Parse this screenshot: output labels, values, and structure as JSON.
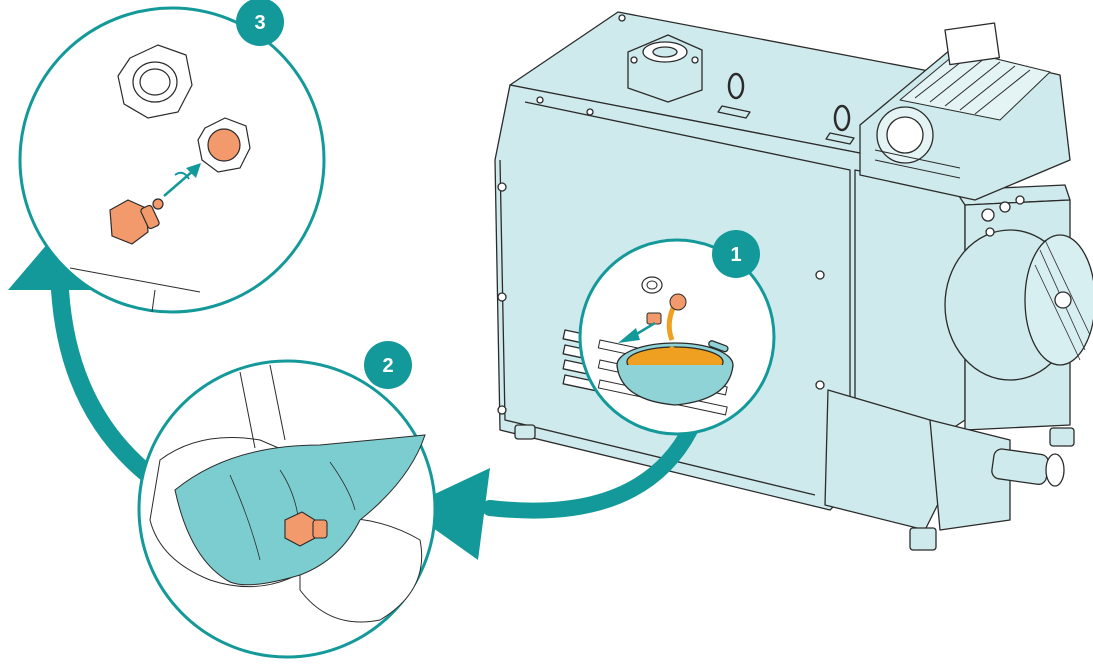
{
  "steps": [
    {
      "number": "1"
    },
    {
      "number": "2"
    },
    {
      "number": "3"
    }
  ],
  "colors": {
    "accent": "#14999a",
    "machine": "#cfeaec",
    "outline": "#2b2b2b",
    "oil": "#f0a020",
    "plug": "#f29a6b",
    "cloth": "#7ccdd0",
    "tray": "#8fd3d6"
  },
  "icons": [
    "vacuum-pump",
    "drain-plug",
    "seal-ring",
    "oil-tray",
    "cleaning-cloth",
    "curved-arrow",
    "rotate-arrow"
  ]
}
